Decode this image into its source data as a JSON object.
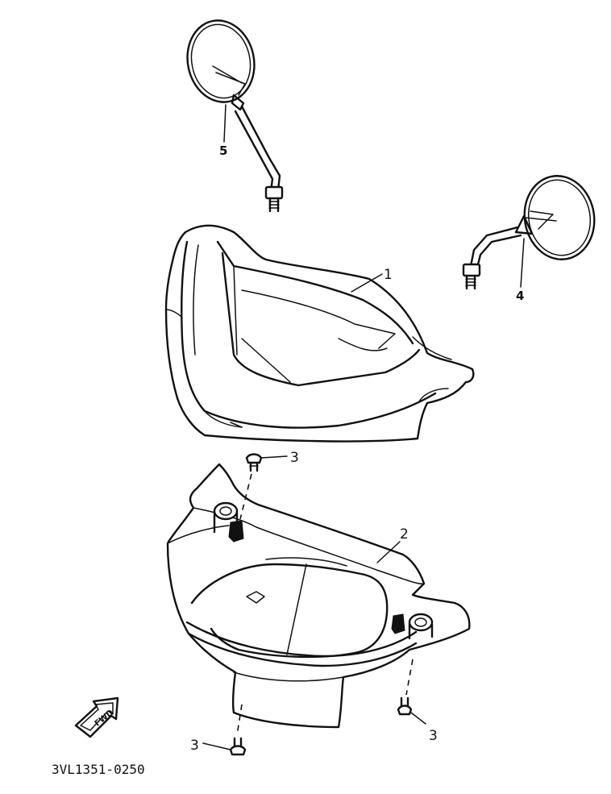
{
  "callouts": {
    "part_1": "1",
    "part_2": "2",
    "part_3_top": "3",
    "part_3_right": "3",
    "part_3_bottom": "3",
    "part_4": "4",
    "part_5": "5"
  },
  "arrow_label": "FWD",
  "drawing_code": "3VL1351-0250"
}
